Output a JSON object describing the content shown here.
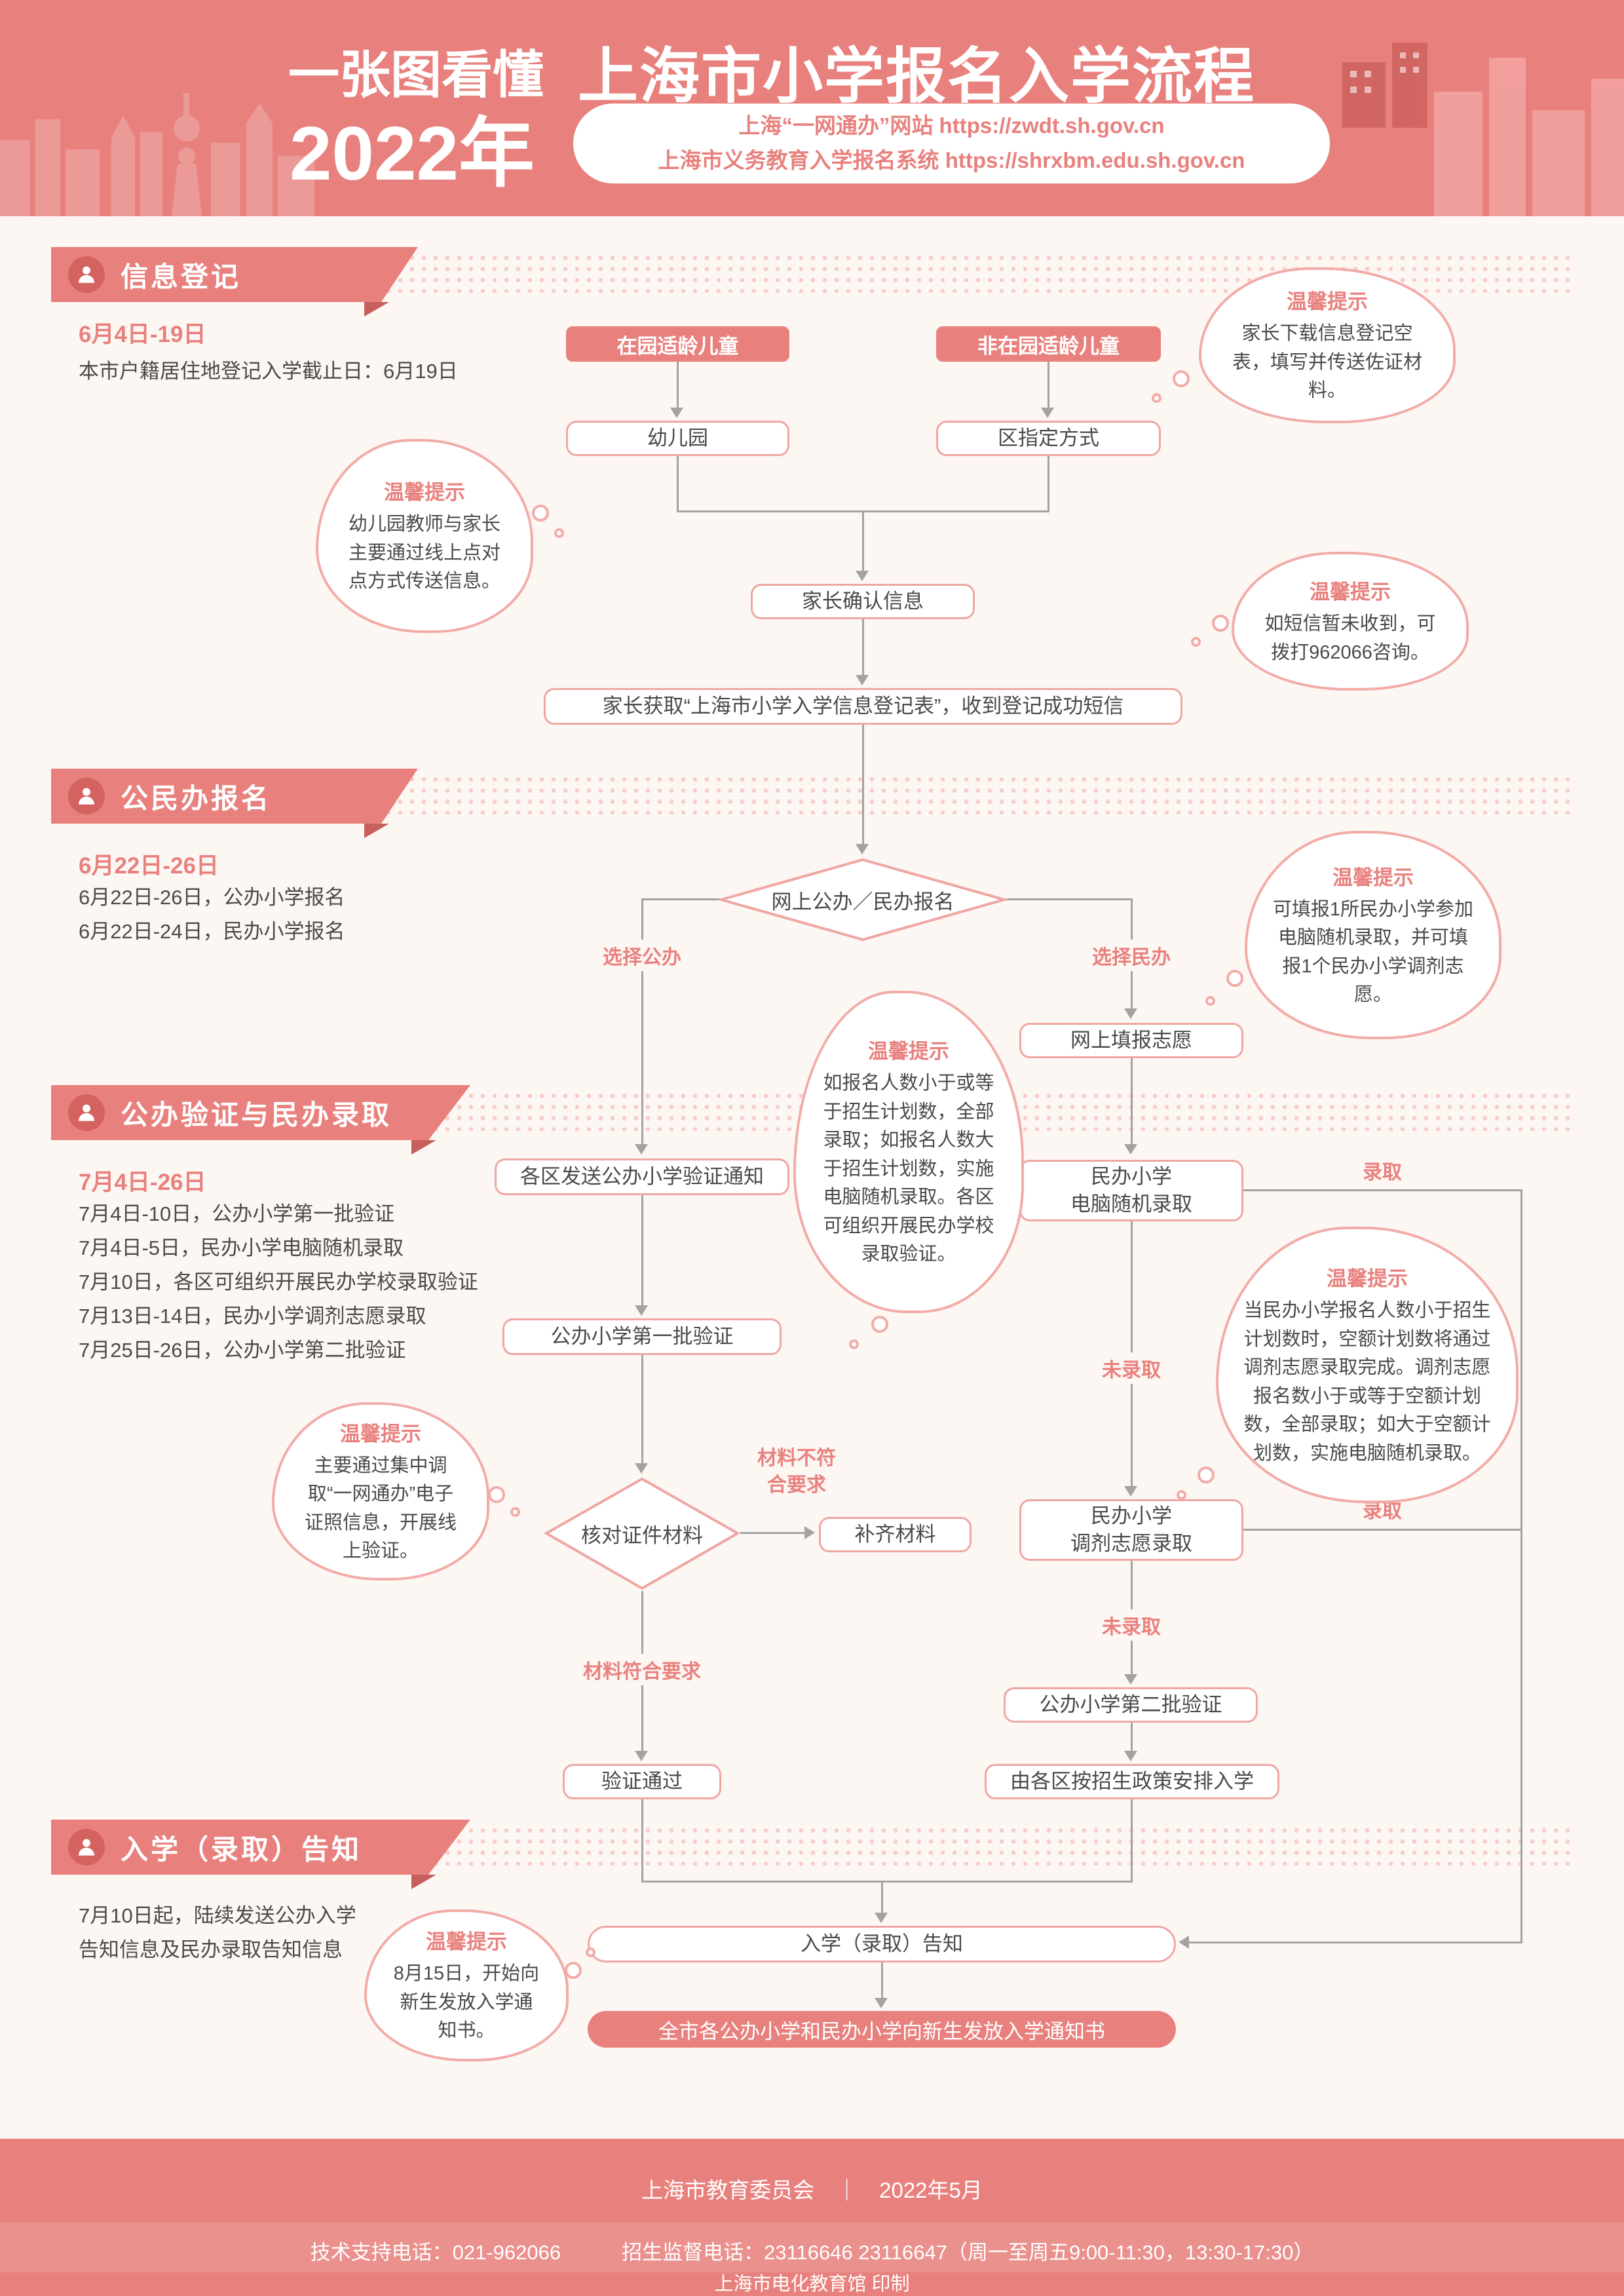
{
  "header": {
    "tagline": "一张图看懂",
    "year": "2022年",
    "title": "上海市小学报名入学流程",
    "site1": "上海“一网通办”网站 https://zwdt.sh.gov.cn",
    "site2": "上海市义务教育入学报名系统 https://shrxbm.edu.sh.gov.cn"
  },
  "sections": {
    "s1": {
      "title": "信息登记",
      "date": "6月4日-19日",
      "desc": "本市户籍居住地登记入学截止日：6月19日"
    },
    "s2": {
      "title": "公民办报名",
      "date": "6月22日-26日",
      "desc": "6月22日-26日，公办小学报名\n6月22日-24日，民办小学报名"
    },
    "s3": {
      "title": "公办验证与民办录取",
      "date": "7月4日-26日",
      "desc": "7月4日-10日，公办小学第一批验证\n7月4日-5日，民办小学电脑随机录取\n7月10日，各区可组织开展民办学校录取验证\n7月13日-14日，民办小学调剂志愿录取\n7月25日-26日，公办小学第二批验证"
    },
    "s4": {
      "title": "入学（录取）告知",
      "desc": "7月10日起，陆续发送公办入学\n告知信息及民办录取告知信息"
    }
  },
  "flow": {
    "in_kindergarten": "在园适龄儿童",
    "not_in_kindergarten": "非在园适龄儿童",
    "kindergarten": "幼儿园",
    "district_method": "区指定方式",
    "parent_confirm": "家长确认信息",
    "registration_form": "家长获取“上海市小学入学信息登记表”，收到登记成功短信",
    "online_signup": "网上公办／民办报名",
    "choose_public": "选择公办",
    "choose_private": "选择民办",
    "fill_volunteer": "网上填报志愿",
    "send_notice": "各区发送公办小学验证通知",
    "first_batch": "公办小学第一批验证",
    "check_materials": "核对证件材料",
    "material_fail": "材料不符\n合要求",
    "supplement": "补齐材料",
    "material_pass": "材料符合要求",
    "verify_pass": "验证通过",
    "private_lottery": "民办小学\n电脑随机录取",
    "private_adjust": "民办小学\n调剂志愿录取",
    "admitted": "录取",
    "not_admitted": "未录取",
    "second_batch": "公办小学第二批验证",
    "district_arrange": "由各区按招生政策安排入学",
    "admission_notice": "入学（录取）告知",
    "final_notice": "全市各公办小学和民办小学向新生发放入学通知书"
  },
  "tips": {
    "label": "温馨提示",
    "t1": "幼儿园教师与家长主要通过线上点对点方式传送信息。",
    "t2": "家长下载信息登记空表，填写并传送佐证材料。",
    "t3": "如短信暂未收到，可拨打962066咨询。",
    "t4": "可填报1所民办小学参加电脑随机录取，并可填报1个民办小学调剂志愿。",
    "t5": "如报名人数小于或等于招生计划数，全部录取；如报名人数大于招生计划数，实施电脑随机录取。各区可组织开展民办学校录取验证。",
    "t6": "当民办小学报名人数小于招生计划数时，空额计划数将通过调剂志愿录取完成。调剂志愿报名数小于或等于空额计划数，全部录取；如大于空额计划数，实施电脑随机录取。",
    "t7": "主要通过集中调取“一网通办”电子证照信息，开展线上验证。",
    "t8": "8月15日，开始向新生发放入学通知书。"
  },
  "footer": {
    "line1": "上海市教育委员会　｜　2022年5月",
    "line2": "技术支持电话：021-962066　　　招生监督电话：23116646  23116647（周一至周五9:00-11:30，13:30-17:30）",
    "line3": "上海市电化教育馆  印制"
  },
  "colors": {
    "primary": "#e8817e",
    "deep": "#d4625f",
    "line": "#a3a3a3"
  }
}
